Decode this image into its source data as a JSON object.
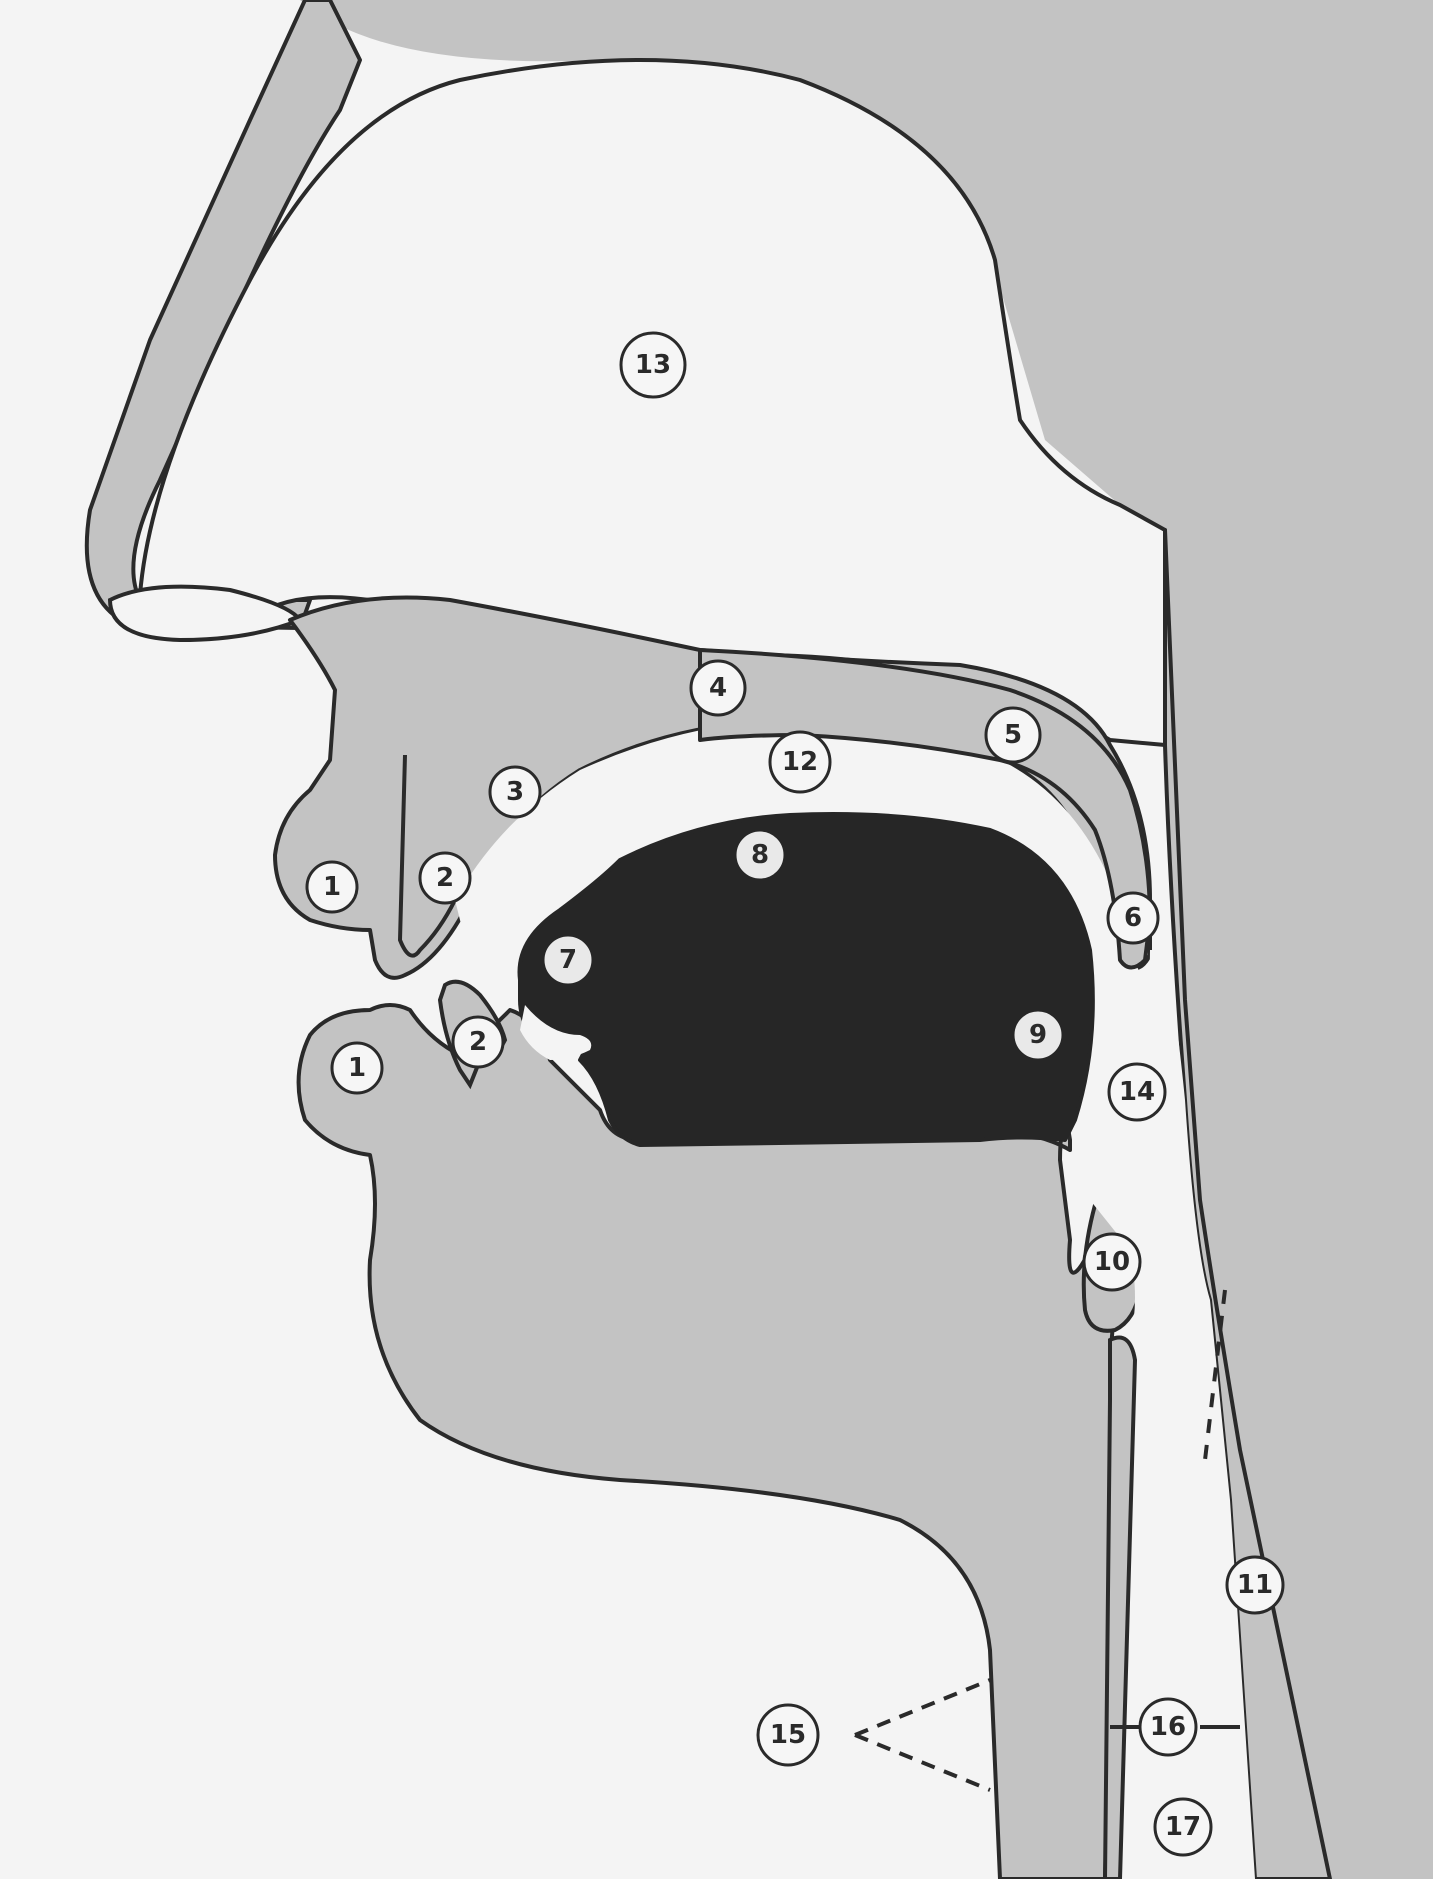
{
  "diagram": {
    "markers": [
      {
        "id": "lip-upper",
        "label": "1"
      },
      {
        "id": "teeth-upper",
        "label": "2"
      },
      {
        "id": "alveolar-ridge",
        "label": "3"
      },
      {
        "id": "hard-palate",
        "label": "4"
      },
      {
        "id": "soft-palate",
        "label": "5"
      },
      {
        "id": "uvula",
        "label": "6"
      },
      {
        "id": "tongue-tip",
        "label": "7"
      },
      {
        "id": "tongue-front",
        "label": "8"
      },
      {
        "id": "tongue-back",
        "label": "9"
      },
      {
        "id": "epiglottis",
        "label": "10"
      },
      {
        "id": "pharynx-wall",
        "label": "11"
      },
      {
        "id": "oral-cavity",
        "label": "12"
      },
      {
        "id": "nasal-cavity",
        "label": "13"
      },
      {
        "id": "pharyngeal-cavity",
        "label": "14"
      },
      {
        "id": "vocal-folds",
        "label": "15"
      },
      {
        "id": "glottis",
        "label": "16"
      },
      {
        "id": "trachea",
        "label": "17"
      },
      {
        "id": "lip-lower",
        "label": "1"
      },
      {
        "id": "teeth-lower",
        "label": "2"
      }
    ],
    "colors": {
      "background": "#f4f4f4",
      "tissue": "#c3c3c3",
      "tongue": "#262626",
      "outline": "#2a2a2a"
    }
  }
}
